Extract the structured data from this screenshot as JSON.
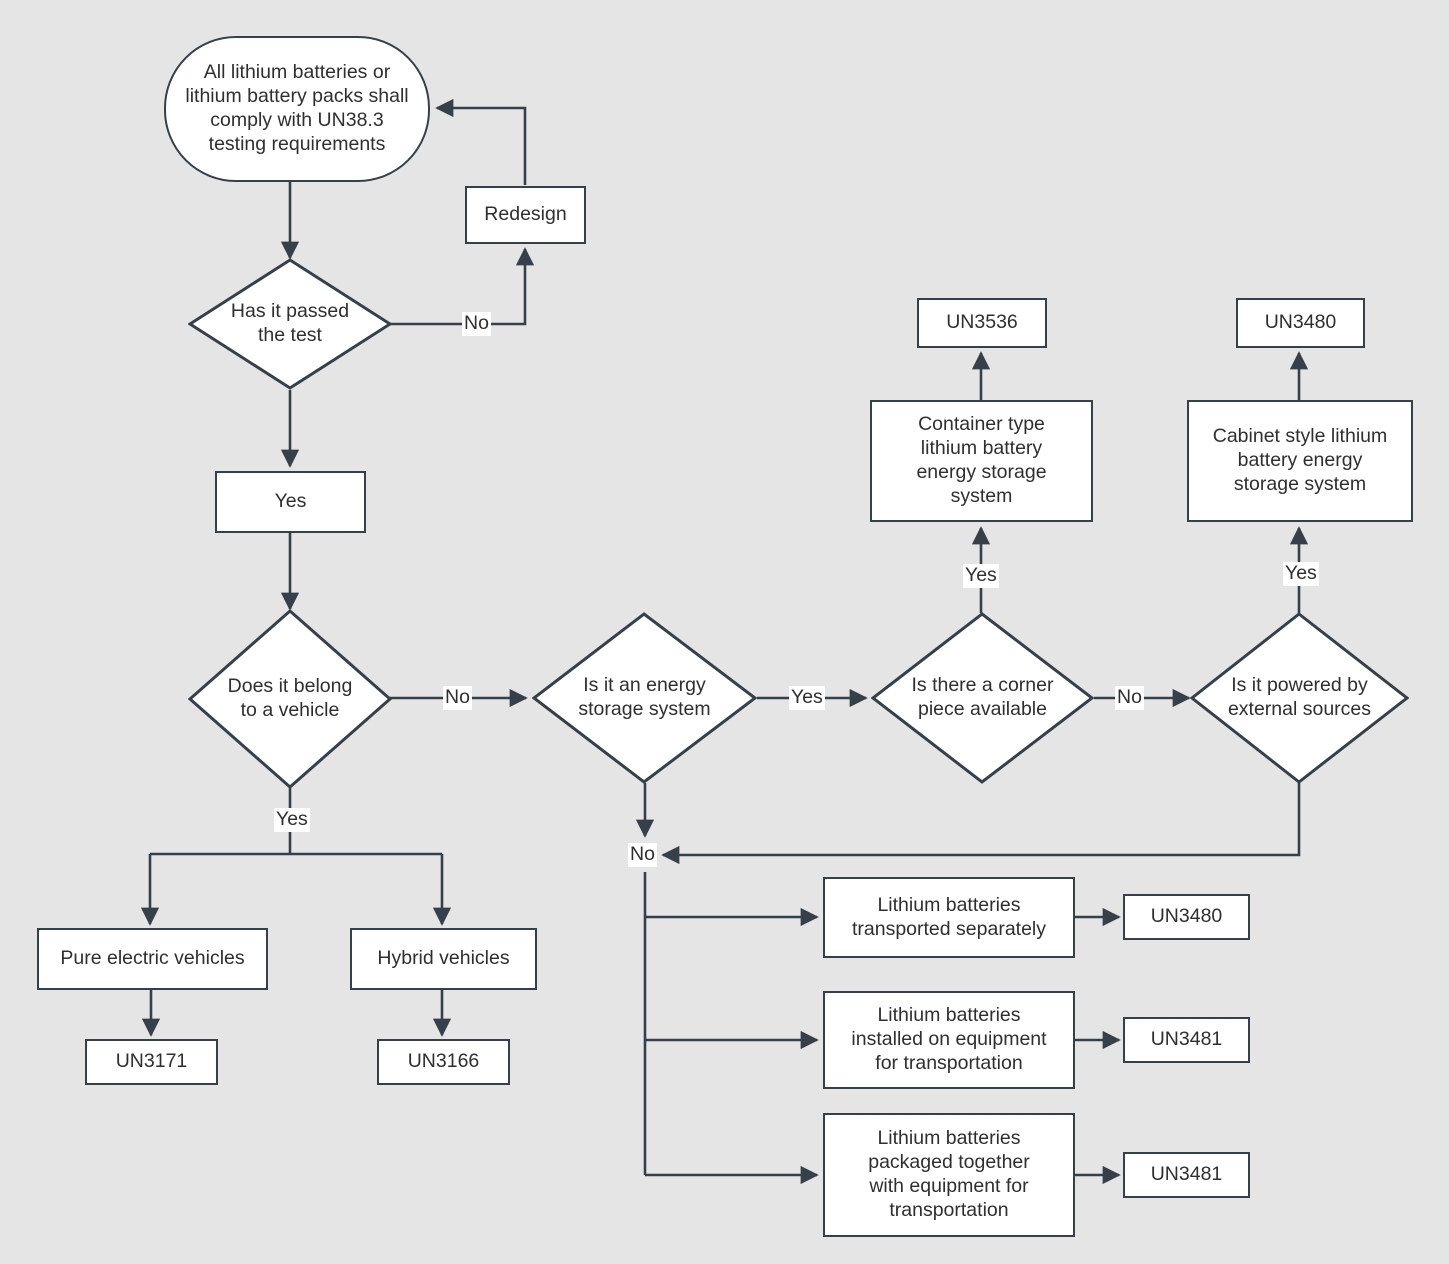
{
  "diagram": {
    "title": "Lithium battery UN number classification flowchart",
    "background_color": "#e5e5e5",
    "node_fill": "#ffffff",
    "node_stroke": "#36404a",
    "text_color": "#2f2f2f"
  },
  "nodes": {
    "start": "All lithium batteries or\nlithium battery packs shall\ncomply with UN38.3\ntesting requirements",
    "redesign": "Redesign",
    "passed_test": "Has it passed\nthe test",
    "yes_box": "Yes",
    "belongs_vehicle": "Does it belong\nto a vehicle",
    "energy_storage": "Is it an energy\nstorage system",
    "corner_piece": "Is there a corner\npiece available",
    "external_sources": "Is it powered by\nexternal sources",
    "container_type": "Container type\nlithium battery\nenergy storage\nsystem",
    "cabinet_style": "Cabinet style lithium\nbattery energy\nstorage system",
    "un3536": "UN3536",
    "un3480_top": "UN3480",
    "pure_electric": "Pure electric vehicles",
    "hybrid": "Hybrid vehicles",
    "un3171": "UN3171",
    "un3166": "UN3166",
    "transported_separately": "Lithium batteries\ntransported separately",
    "installed_on_equipment": "Lithium  batteries\ninstalled on equipment\nfor transportation",
    "packaged_together": "Lithium batteries\npackaged together\nwith equipment for\ntransportation",
    "un3480_sep": "UN3480",
    "un3481_installed": "UN3481",
    "un3481_packaged": "UN3481"
  },
  "edge_labels": {
    "test_no": "No",
    "vehicle_no": "No",
    "vehicle_yes": "Yes",
    "storage_yes": "Yes",
    "corner_yes": "Yes",
    "corner_no": "No",
    "external_yes": "Yes",
    "storage_no": "No"
  }
}
